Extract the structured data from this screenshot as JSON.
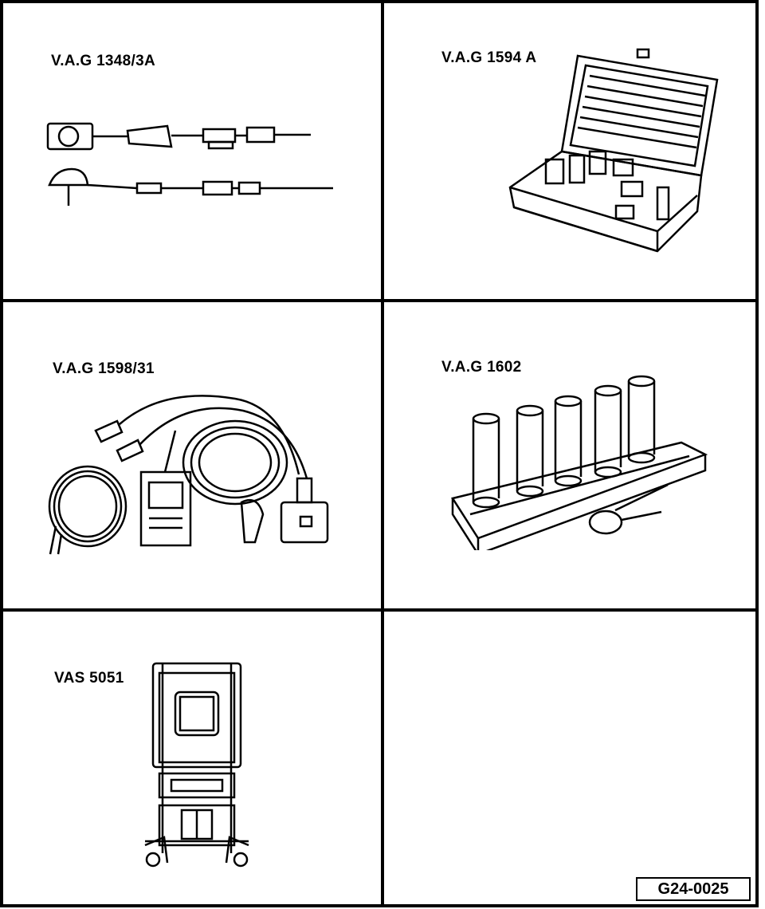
{
  "tools": [
    {
      "label": "V.A.G 1348/3A",
      "illustration": "adapter-cable-icon"
    },
    {
      "label": "V.A.G 1594 A",
      "illustration": "test-lead-case-icon"
    },
    {
      "label": "V.A.G 1598/31",
      "illustration": "test-box-cable-set-icon"
    },
    {
      "label": "V.A.G 1602",
      "illustration": "socket-rack-icon"
    },
    {
      "label": "VAS 5051",
      "illustration": "diagnostic-tester-trolley-icon"
    },
    {
      "label": "",
      "illustration": ""
    }
  ],
  "figure_id": "G24-0025"
}
